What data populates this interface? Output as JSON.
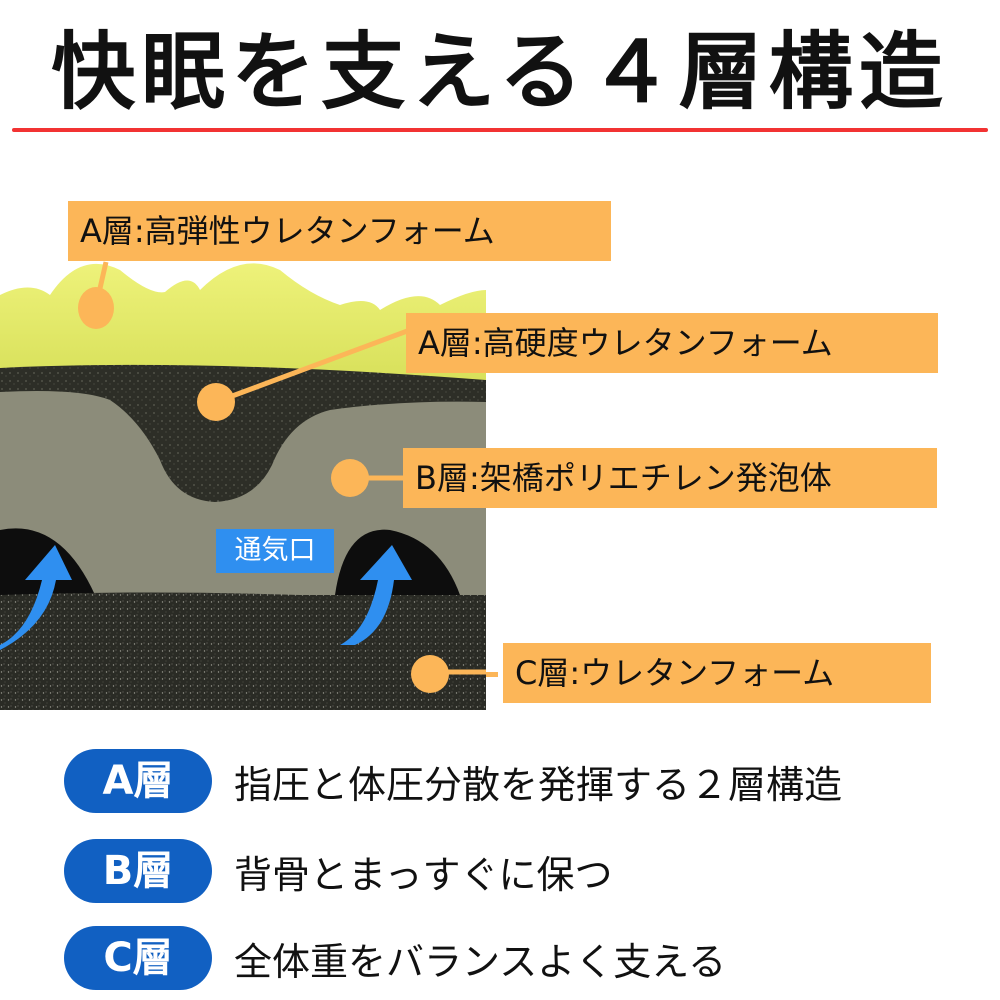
{
  "header": {
    "title": "快眠を支える４層構造"
  },
  "diagram": {
    "callouts": [
      {
        "id": "a-top",
        "label": "A層:高弾性ウレタンフォーム"
      },
      {
        "id": "a-mid",
        "label": "A層:高硬度ウレタンフォーム"
      },
      {
        "id": "b",
        "label": "B層:架橋ポリエチレン発泡体"
      },
      {
        "id": "c",
        "label": "C層:ウレタンフォーム"
      }
    ],
    "vent_label": "通気口",
    "colors": {
      "callout_bg": "#fcb658",
      "yellow_foam": "#e2ea6a",
      "dark_foam": "#2e2f28",
      "gray_foam": "#8c8c7a",
      "base_foam": "#2b2c26",
      "arrow": "#2f8ff0"
    }
  },
  "legend": [
    {
      "badge": "A層",
      "text": "指圧と体圧分散を発揮する２層構造"
    },
    {
      "badge": "B層",
      "text": "背骨とまっすぐに保つ"
    },
    {
      "badge": "C層",
      "text": "全体重をバランスよく支える"
    }
  ],
  "colors": {
    "title_rule": "#f23232",
    "badge_bg": "#1160c2"
  }
}
